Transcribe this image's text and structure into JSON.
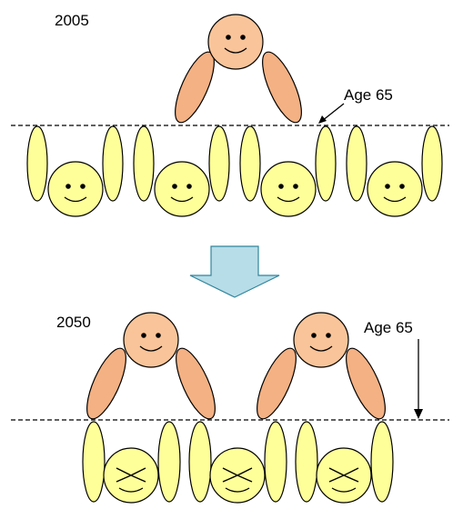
{
  "panel_2005": {
    "year_label": "2005",
    "age_label": "Age 65",
    "elders": 1,
    "workers": 4
  },
  "panel_2050": {
    "year_label": "2050",
    "age_label": "Age 65",
    "elders": 2,
    "workers": 3
  },
  "colors": {
    "elder_fill": "#f9c499",
    "elder_arm": "#f4b183",
    "worker_fill": "#ffff99",
    "outline": "#000000",
    "arrow_fill": "#b7dde8",
    "arrow_stroke": "#31859c"
  }
}
